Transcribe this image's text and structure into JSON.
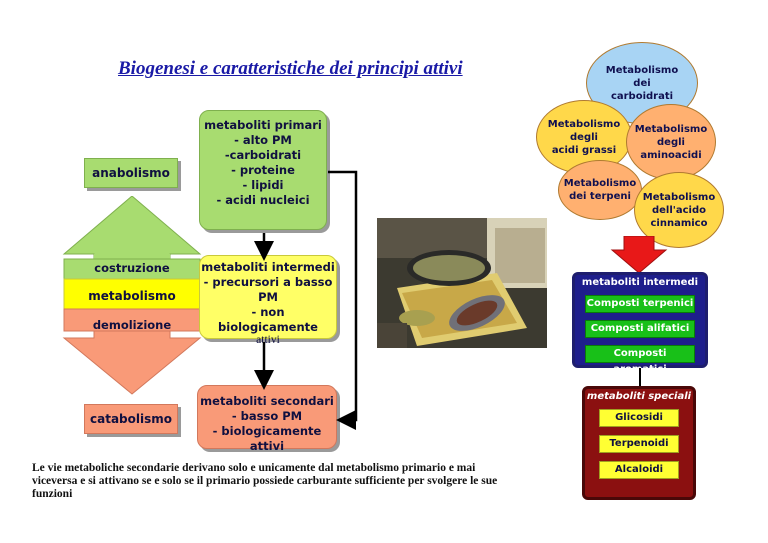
{
  "title": "Biogenesi e caratteristiche dei principi attivi",
  "left_diagram": {
    "anabolismo": "anabolismo",
    "costruzione": "costruzione",
    "metabolismo": "metabolismo",
    "demolizione": "demolizione",
    "catabolismo": "catabolismo"
  },
  "center_diagram": {
    "primari": [
      "metaboliti primari",
      "- alto PM",
      "-carboidrati",
      "- proteine",
      "- lipidi",
      "- acidi nucleici"
    ],
    "intermedi": [
      "metaboliti intermedi",
      "- precursori a basso",
      "PM",
      "- non biologicamente",
      "attivi"
    ],
    "secondari": [
      "metaboliti secondari",
      "- basso PM",
      "- biologicamente attivi"
    ]
  },
  "caption": "Le vie metaboliche secondarie derivano solo e unicamente dal metabolismo primario e mai viceversa e si attivano se e solo se il primario possiede carburante sufficiente per svolgere le sue funzioni",
  "right_diagram": {
    "circles": {
      "carboidrati": "Metabolismo\ndei\ncarboidrati",
      "acidi_grassi": "Metabolismo\ndegli\nacidi grassi",
      "aminoacidi": "Metabolismo\ndegli\naminoacidi",
      "terpeni": "Metabolismo\ndei terpeni",
      "cinnamico": "Metabolismo\ndell'acido\ncinnamico"
    },
    "intermedi_title": "metaboliti intermedi",
    "intermedi_items": [
      "Composti terpenici",
      "Composti alifatici",
      "Composti aromatici"
    ],
    "speciali_title": "metaboliti speciali",
    "speciali_items": [
      "Glicosidi",
      "Terpenoidi",
      "Alcaloidi"
    ]
  },
  "colors": {
    "green": "#a8dc70",
    "yellow": "#ffff66",
    "salmon": "#f99a78",
    "navy": "#1e1e8c",
    "maroon": "#8b1010",
    "circle_blue": "#a8d4f4",
    "circle_yellow": "#ffd84a",
    "circle_orange": "#ffb070",
    "red_arrow": "#e81818"
  }
}
